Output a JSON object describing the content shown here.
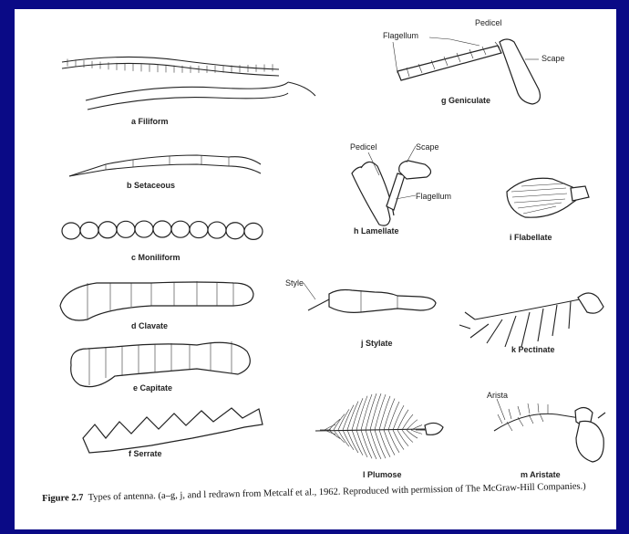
{
  "labels": {
    "filiform": "a  Filiform",
    "setaceous": "b  Setaceous",
    "moniliform": "c  Moniliform",
    "clavate": "d  Clavate",
    "capitate": "e  Capitate",
    "serrate": "f  Serrate",
    "geniculate": "g  Geniculate",
    "lamellate": "h  Lamellate",
    "flabellate": "i  Flabellate",
    "stylate": "j  Stylate",
    "pectinate": "k  Pectinate",
    "plumose": "l  Plumose",
    "aristate": "m  Aristate"
  },
  "parts": {
    "flagellum_g": "Flagellum",
    "pedicel_g": "Pedicel",
    "scape_g": "Scape",
    "pedicel_h": "Pedicel",
    "scape_h": "Scape",
    "flagellum_h": "Flagellum",
    "style_j": "Style",
    "arista_m": "Arista"
  },
  "caption": {
    "number": "Figure 2.7",
    "text": "Types of antenna. (a–g, j, and l redrawn from Metcalf et al., 1962. Reproduced with permission of The McGraw-Hill Companies.)"
  }
}
